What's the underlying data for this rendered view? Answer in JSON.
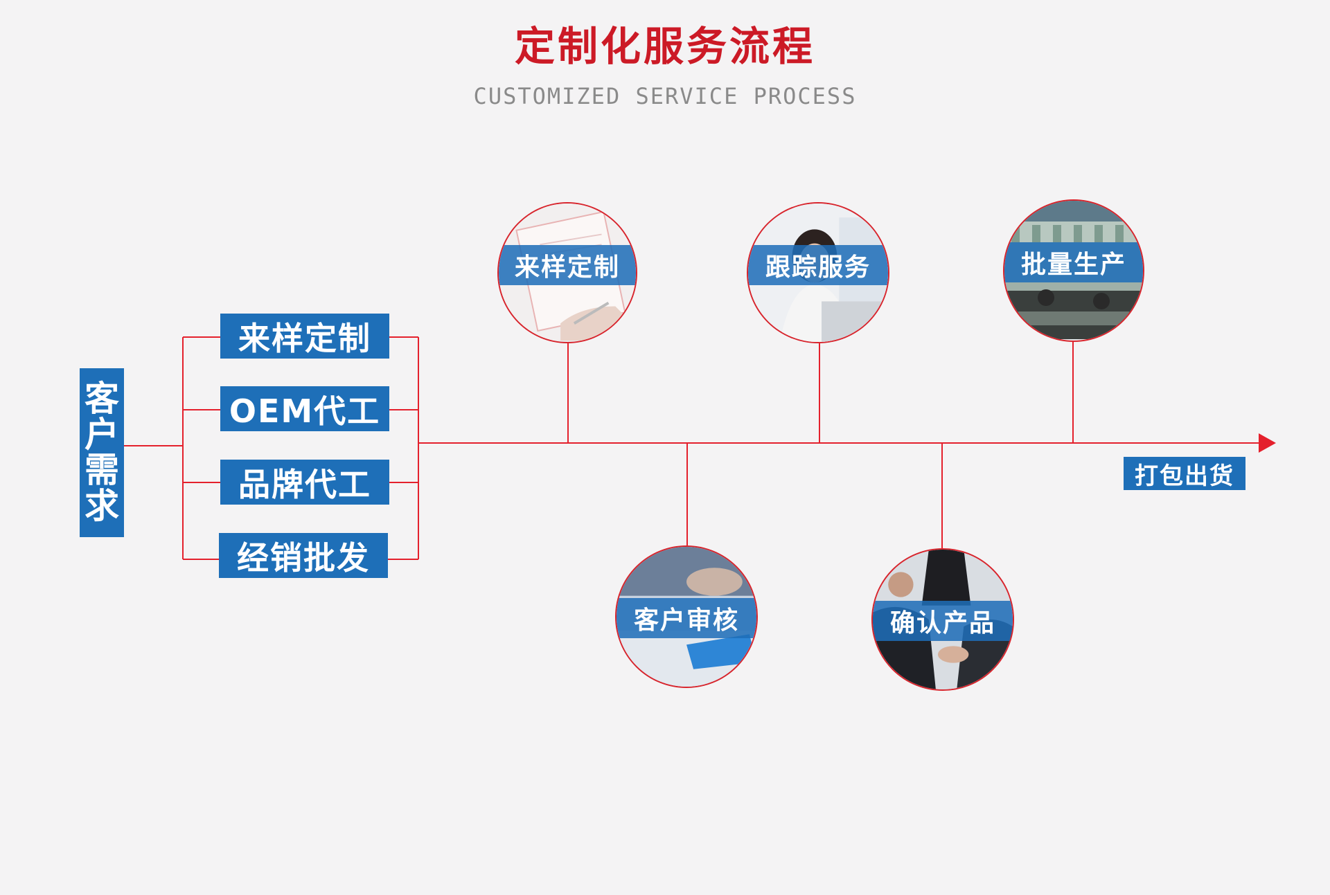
{
  "header": {
    "title": "定制化服务流程",
    "subtitle": "CUSTOMIZED SERVICE PROCESS"
  },
  "demand": {
    "chars": [
      "客",
      "户",
      "需",
      "求"
    ]
  },
  "options": [
    "来样定制",
    "OEM代工",
    "品牌代工",
    "经销批发"
  ],
  "steps_above": [
    {
      "label": "来样定制",
      "photo": "sample-document-photo"
    },
    {
      "label": "跟踪服务",
      "photo": "customer-service-photo"
    },
    {
      "label": "批量生产",
      "photo": "factory-production-photo"
    }
  ],
  "steps_below": [
    {
      "label": "客户审核",
      "photo": "review-meeting-photo"
    },
    {
      "label": "确认产品",
      "photo": "business-handshake-photo"
    }
  ],
  "final": "打包出货",
  "colors": {
    "title": "#cc1a26",
    "line": "#e4202c",
    "box": "#1e6fb8",
    "subtitle": "#8a8a8a",
    "background": "#f4f3f4"
  }
}
